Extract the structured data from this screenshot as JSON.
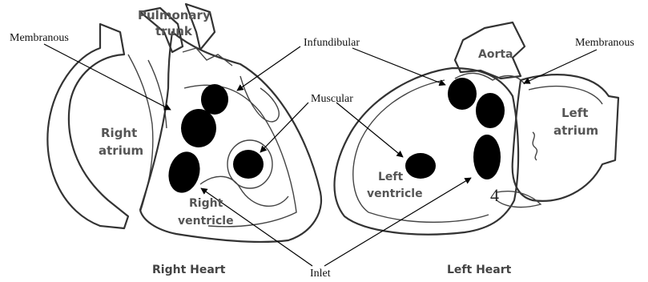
{
  "callouts": {
    "membranous_left": "Membranous",
    "membranous_right": "Membranous",
    "infundibular": "Infundibular",
    "muscular": "Muscular",
    "inlet": "Inlet"
  },
  "structures": {
    "pulmonary_line1": "Pulmonary",
    "pulmonary_line2": "trunk",
    "right_atrium_line1": "Right",
    "right_atrium_line2": "atrium",
    "right_ventricle_line1": "Right",
    "right_ventricle_line2": "ventricle",
    "aorta": "Aorta",
    "left_atrium_line1": "Left",
    "left_atrium_line2": "atrium",
    "left_ventricle_line1": "Left",
    "left_ventricle_line2": "ventricle"
  },
  "panels": {
    "right_heart": "Right Heart",
    "left_heart": "Left Heart"
  },
  "marker_number": "4"
}
